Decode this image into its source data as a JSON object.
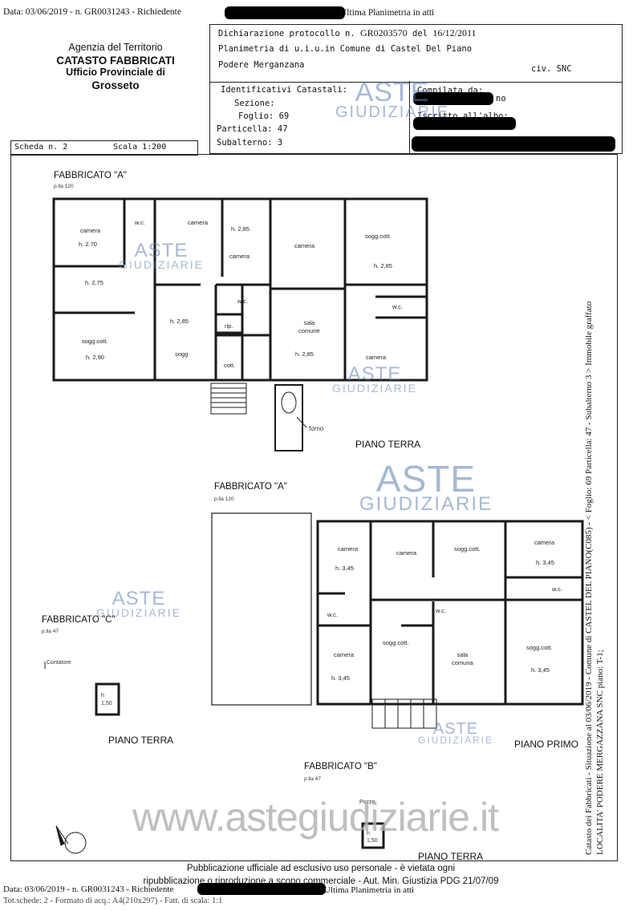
{
  "header": {
    "top_left": "Data: 03/06/2019 -  n. GR0031243 - Richiedente",
    "top_right": "Ultima Planimetria in atti"
  },
  "agency": {
    "line1": "Agenzia del Territorio",
    "line2": "CATASTO FABBRICATI",
    "line3": "Ufficio Provinciale di",
    "line4": "Grosseto"
  },
  "declaration": {
    "protocol_prefix": "Dichiarazione protocollo n.",
    "protocol_number": "GR0203570",
    "date_prefix": "del",
    "date": "16/12/2011",
    "plan_of": "Planimetria di u.i.u.in Comune di Castel Del Piano",
    "address": "Podere Merganzana",
    "civic": "civ. SNC"
  },
  "identifiers": {
    "title": "Identificativi Catastali:",
    "sezione_label": "Sezione:",
    "sezione_value": "",
    "foglio_label": "Foglio:",
    "foglio_value": "69",
    "particella_label": "Particella:",
    "particella_value": "47",
    "subalterno_label": "Subalterno:",
    "subalterno_value": "3"
  },
  "compiled": {
    "compilata_da": "Compilata da:",
    "iscritto": "Iscritto all'albo:",
    "tail_1": "no"
  },
  "scheda": {
    "label": "Scheda n. 2",
    "scale": "Scala 1:200"
  },
  "buildings": {
    "a_top": {
      "name": "FABBRICATO \"A\"",
      "plla": "p.lla 120"
    },
    "a_mid": {
      "name": "FABBRICATO \"A\"",
      "plla": "p.lla 120"
    },
    "c": {
      "name": "FABBRICATO \"C\"",
      "plla": "p.lla 47",
      "contatore": "Contatore",
      "h": "h",
      "h_val": "1,50"
    },
    "b": {
      "name": "FABBRICATO \"B\"",
      "plla": "p.lla 47",
      "pozzo": "Pozzo",
      "h": "h",
      "h_val": "1,50"
    }
  },
  "floors": {
    "piano_terra_1": "PIANO TERRA",
    "piano_terra_2": "PIANO TERRA",
    "piano_primo": "PIANO PRIMO",
    "piano_terra_3": "PIANO TERRA",
    "forno": "forno"
  },
  "rooms_ground": [
    {
      "label": "camera",
      "h": "h. 2.70"
    },
    {
      "label": "w.c.",
      "h": ""
    },
    {
      "label": "camera",
      "h": ""
    },
    {
      "label": "",
      "h": "h. 2,85"
    },
    {
      "label": "camera",
      "h": ""
    },
    {
      "label": "camera",
      "h": ""
    },
    {
      "label": "sogg.cott.",
      "h": "h. 2,85"
    },
    {
      "label": "",
      "h": "h. 2,75"
    },
    {
      "label": "",
      "h": "h. 2,85"
    },
    {
      "label": "w.c.",
      "h": ""
    },
    {
      "label": "rip.",
      "h": ""
    },
    {
      "label": "sala\ncomune",
      "h": "h. 2,85"
    },
    {
      "label": "w.c.",
      "h": ""
    },
    {
      "label": "sogg.cott.",
      "h": "h. 2,90"
    },
    {
      "label": "sogg",
      "h": ""
    },
    {
      "label": "cott.",
      "h": ""
    },
    {
      "label": "camera",
      "h": ""
    }
  ],
  "rooms_first": [
    {
      "label": "camera",
      "h": "h. 3,45"
    },
    {
      "label": "camera",
      "h": ""
    },
    {
      "label": "sogg.cott.",
      "h": ""
    },
    {
      "label": "camera",
      "h": "h. 3,45"
    },
    {
      "label": "w.c.",
      "h": ""
    },
    {
      "label": "w.c.",
      "h": ""
    },
    {
      "label": "w.c.",
      "h": ""
    },
    {
      "label": "camera",
      "h": "h. 3,45"
    },
    {
      "label": "sogg.cott.",
      "h": ""
    },
    {
      "label": "sala\ncomuna",
      "h": ""
    },
    {
      "label": "sogg.cott.",
      "h": "h. 3,45"
    }
  ],
  "side_text": {
    "line1": "Catasto dei Fabbricati - Situazione al 03/06/2019 - Comune di CASTEL DEL PIANO(C085) - < Foglio: 69 Particella: 47 - Subalterno 3 > Immobile graffato",
    "line2": "LOCALITA' PODERE MERGAZZANA SNC piano: T-1;"
  },
  "watermark": {
    "aste": "ASTE",
    "giudiziarie": "GIUDIZIARIE",
    "url": "www.astegiudiziarie.it"
  },
  "footer": {
    "publication_1": "Pubblicazione ufficiale ad esclusivo uso personale - è vietata ogni",
    "publication_2": "ripubblicazione o riproduzione a scopo commerciale - Aut. Min. Giustizia PDG 21/07/09",
    "bottom_left": "Data: 03/06/2019 -  n. GR0031243 - Richiedente",
    "bottom_right": "Ultima Planimetria in atti",
    "fot_schede": "Tot.schede: 2 - Formato di acq.: A4(210x297) - Fatt. di scala: 1:1"
  }
}
